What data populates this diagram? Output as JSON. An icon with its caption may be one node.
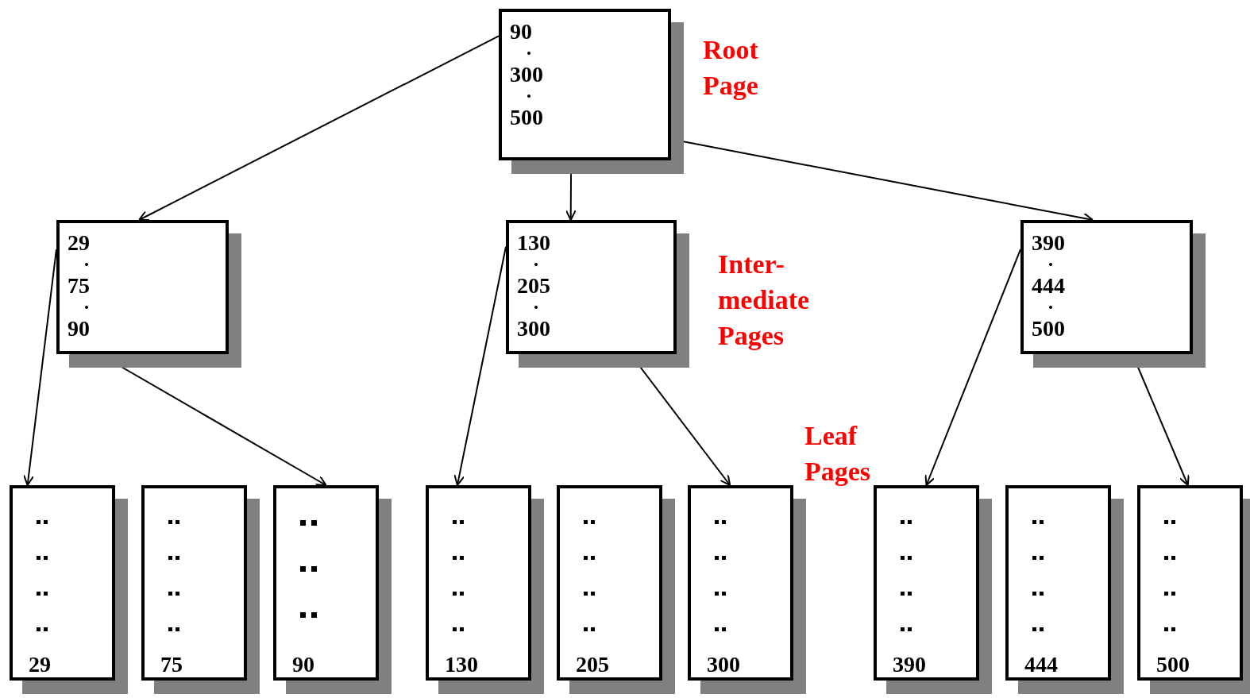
{
  "diagram": {
    "nodes": [
      {
        "text": [
          "90",
          "300",
          "500"
        ]
      },
      {
        "text": [
          "29",
          "75",
          "90"
        ]
      },
      {
        "text": [
          "130",
          "205",
          "300"
        ]
      },
      {
        "text": [
          "390",
          "444",
          "500"
        ]
      },
      {
        "text": [
          "29"
        ]
      },
      {
        "text": [
          "75"
        ]
      },
      {
        "text": [
          "90"
        ]
      },
      {
        "text": [
          "130"
        ]
      },
      {
        "text": [
          "205"
        ]
      },
      {
        "text": [
          "300"
        ]
      },
      {
        "text": [
          "390"
        ]
      },
      {
        "text": [
          "444"
        ]
      },
      {
        "text": [
          "500"
        ]
      }
    ],
    "edges": [
      {
        "from": 0,
        "to": 1,
        "arrow": "to"
      },
      {
        "from": 0,
        "to": 2,
        "arrow": "to"
      },
      {
        "from": 0,
        "to": 3,
        "arrow": "to"
      },
      {
        "from": 1,
        "to": 4,
        "arrow": "to"
      },
      {
        "from": 1,
        "to": 6,
        "arrow": "to"
      },
      {
        "from": 2,
        "to": 7,
        "arrow": "to"
      },
      {
        "from": 2,
        "to": 9,
        "arrow": "to"
      },
      {
        "from": 3,
        "to": 10,
        "arrow": "to"
      },
      {
        "from": 3,
        "to": 12,
        "arrow": "to"
      }
    ],
    "labels": [
      "Root Page",
      "Inter- mediate Pages",
      "Leaf Pages"
    ]
  }
}
